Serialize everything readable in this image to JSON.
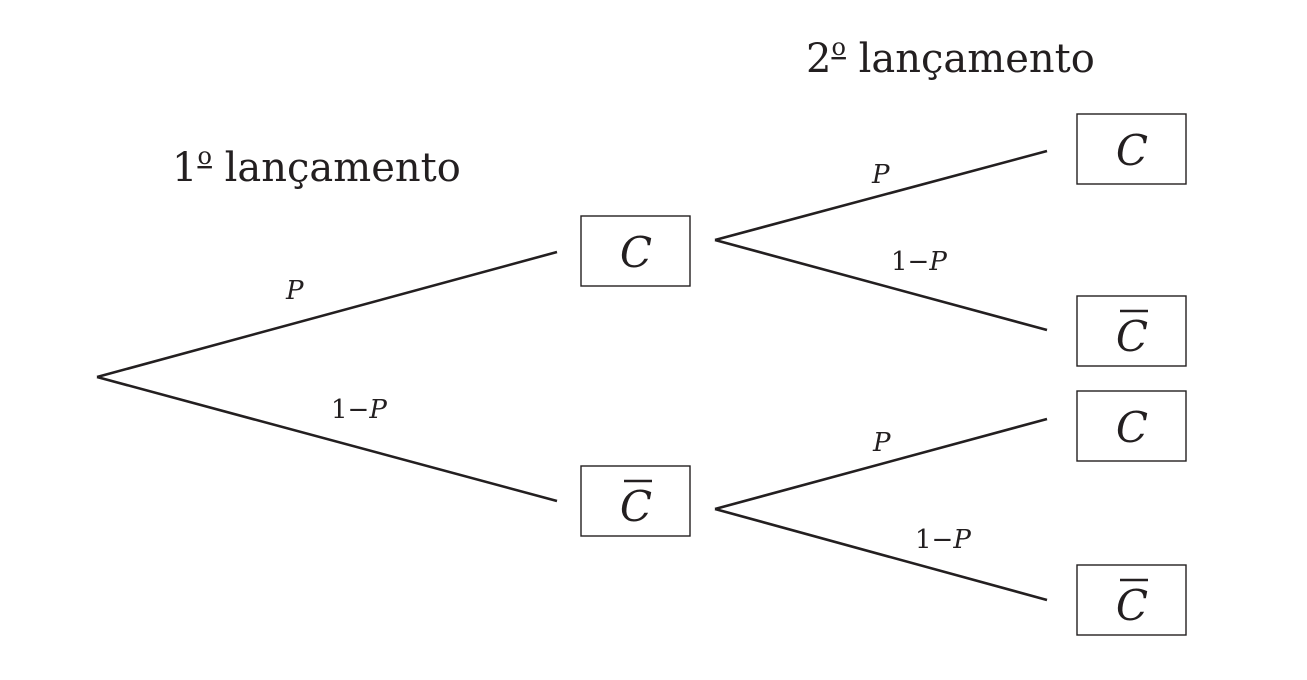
{
  "headings": {
    "first": {
      "number": "1",
      "ordinal": "o",
      "text": " lançamento"
    },
    "second": {
      "number": "2",
      "ordinal": "o",
      "text": " lançamento"
    }
  },
  "branch_labels": {
    "first_upper": {
      "var": "P"
    },
    "first_lower": {
      "one": "1",
      "minus": "−",
      "var": "P"
    },
    "second_top_upper": {
      "var": "P"
    },
    "second_top_lower": {
      "one": "1",
      "minus": "−",
      "var": "P"
    },
    "second_bottom_upper": {
      "var": "P"
    },
    "second_bottom_lower": {
      "one": "1",
      "minus": "−",
      "var": "P"
    }
  },
  "nodes": {
    "level1_heads": {
      "label": "C",
      "complement": false
    },
    "level1_tails": {
      "label": "C",
      "complement": true
    },
    "level2_heads_heads": {
      "label": "C",
      "complement": false
    },
    "level2_heads_tails": {
      "label": "C",
      "complement": true
    },
    "level2_tails_heads": {
      "label": "C",
      "complement": false
    },
    "level2_tails_tails": {
      "label": "C",
      "complement": true
    }
  }
}
